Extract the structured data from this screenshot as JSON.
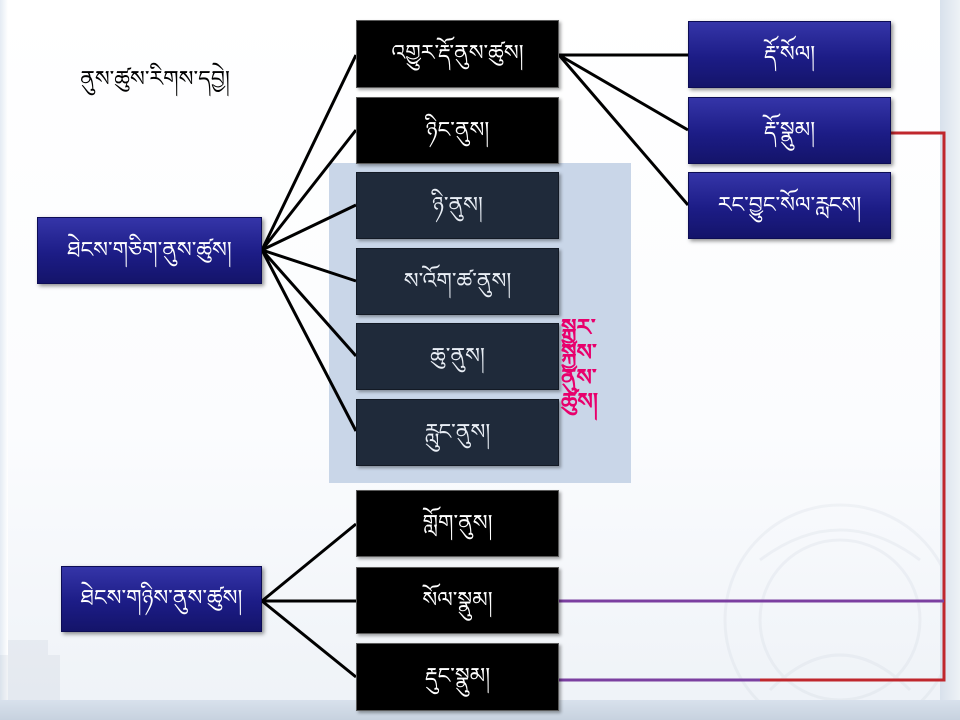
{
  "title": "ནུས་ཚུས་རིགས་དབྱེ།",
  "diagram": {
    "group_label": [
      "སྐྱར་",
      "སྐྱེས་",
      "ནུས་",
      "ཚུས།"
    ],
    "roots": [
      {
        "id": "root-1",
        "label": "ཐེངས་གཅིག་ནུས་ཚུས།"
      },
      {
        "id": "root-2",
        "label": "ཐེངས་གཉིས་ནུས་ཚུས།"
      }
    ],
    "middle": [
      {
        "id": "fossil",
        "label": "འགྱུར་རྡོ་ནུས་ཚུས།"
      },
      {
        "id": "sun",
        "label": "ཉིང་ནུས།"
      },
      {
        "id": "solar",
        "label": "ཉི་ནུས།"
      },
      {
        "id": "biomass",
        "label": "ས་འོག་ཚ་ནུས།"
      },
      {
        "id": "water",
        "label": "ཆུ་ནུས།"
      },
      {
        "id": "wind",
        "label": "རླུང་ནུས།"
      },
      {
        "id": "electric",
        "label": "གློག་ནུས།"
      },
      {
        "id": "gasoline",
        "label": "སོལ་སྣུམ།"
      },
      {
        "id": "diesel",
        "label": "རྡུང་སྣུམ།"
      }
    ],
    "right": [
      {
        "id": "coal",
        "label": "རྡོ་སོལ།"
      },
      {
        "id": "oil",
        "label": "རྡོ་སྣུམ།"
      },
      {
        "id": "natural-gas",
        "label": "རང་བྱུང་སོལ་རླངས།"
      }
    ],
    "colors": {
      "group_label": "#e8006c",
      "connector": "#000000",
      "link_red": "#c0272d",
      "link_purple": "#7b3fa0",
      "blue_box": "#1c1c86",
      "black_box": "#000000",
      "group_background": "#c9d6e8"
    }
  }
}
